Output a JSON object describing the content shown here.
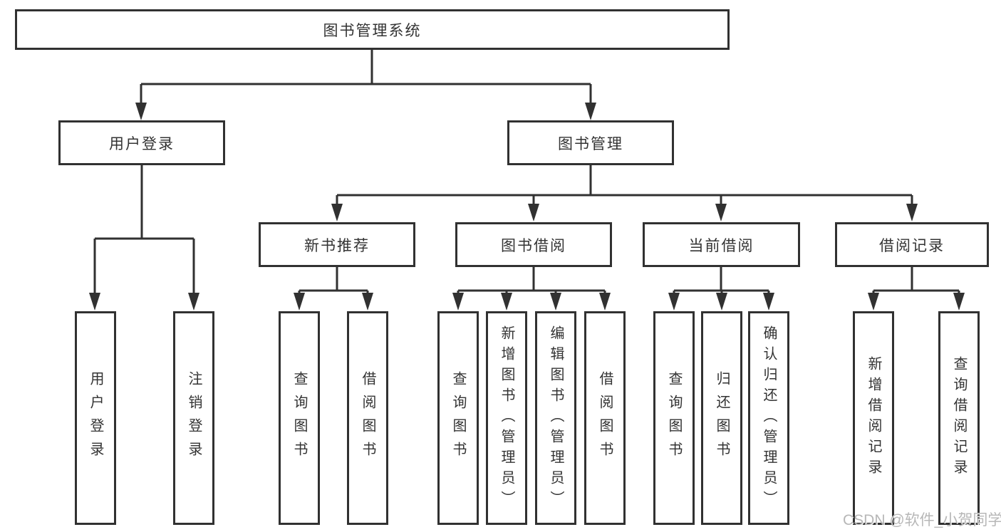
{
  "diagram": {
    "root": {
      "label": "图书管理系统"
    },
    "level2": [
      {
        "label": "用户登录"
      },
      {
        "label": "图书管理"
      }
    ],
    "level3": [
      {
        "label": "新书推荐"
      },
      {
        "label": "图书借阅"
      },
      {
        "label": "当前借阅"
      },
      {
        "label": "借阅记录"
      }
    ],
    "leaves": {
      "user_login_group": [
        {
          "label": "用户登录"
        },
        {
          "label": "注销登录"
        }
      ],
      "new_book_group": [
        {
          "label": "查询图书"
        },
        {
          "label": "借阅图书"
        }
      ],
      "book_borrow_group": [
        {
          "label": "查询图书"
        },
        {
          "label": "新增图书（管理员）"
        },
        {
          "label": "编辑图书（管理员）"
        },
        {
          "label": "借阅图书"
        }
      ],
      "current_borrow_group": [
        {
          "label": "查询图书"
        },
        {
          "label": "归还图书"
        },
        {
          "label": "确认归还（管理员）"
        }
      ],
      "borrow_record_group": [
        {
          "label": "新增借阅记录"
        },
        {
          "label": "查询借阅记录"
        }
      ]
    }
  },
  "watermark": {
    "text": "CSDN @软件_小贺同学"
  },
  "colors": {
    "line": "#313131",
    "text": "#333333",
    "background": "#ffffff",
    "watermark": "#b4b4b4"
  }
}
